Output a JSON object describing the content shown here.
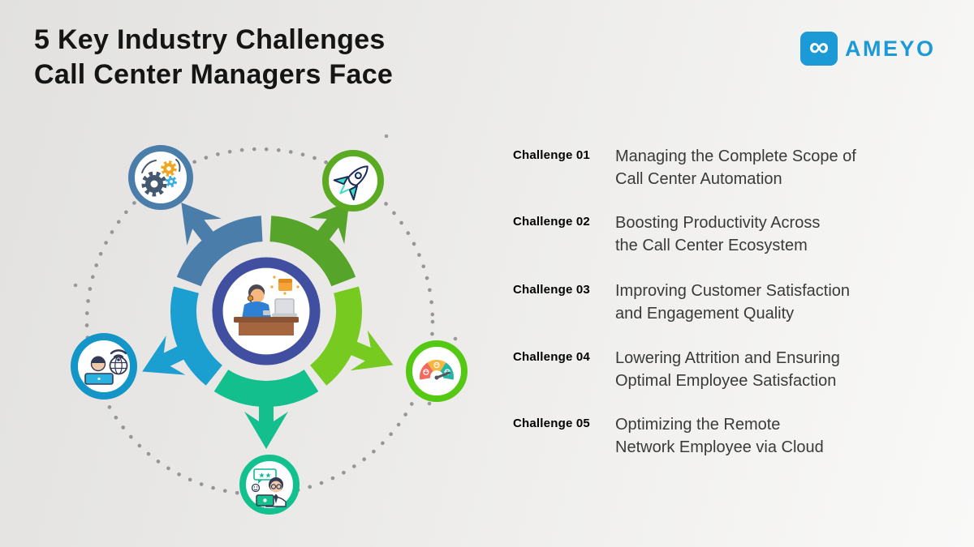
{
  "page": {
    "title_line1": "5 Key Industry Challenges",
    "title_line2": "Call Center Managers Face"
  },
  "logo": {
    "brand": "AMEYO",
    "infinity_symbol": "∞",
    "brand_color": "#1b9ad6"
  },
  "challenges": [
    {
      "label": "Challenge 01",
      "line1": "Managing the Complete Scope of",
      "line2": "Call Center Automation"
    },
    {
      "label": "Challenge 02",
      "line1": "Boosting Productivity Across",
      "line2": "the Call Center Ecosystem"
    },
    {
      "label": "Challenge 03",
      "line1": "Improving Customer Satisfaction",
      "line2": "and Engagement Quality"
    },
    {
      "label": "Challenge 04",
      "line1": "Lowering Attrition and Ensuring",
      "line2": "Optimal Employee Satisfaction"
    },
    {
      "label": "Challenge 05",
      "line1": "Optimizing the Remote",
      "line2": "Network Employee via Cloud"
    }
  ],
  "diagram": {
    "segments": [
      {
        "name": "segment-scope-automation",
        "color": "#4b7dab"
      },
      {
        "name": "segment-productivity",
        "color": "#57a42a"
      },
      {
        "name": "segment-customer-satisfaction",
        "color": "#77ca1f"
      },
      {
        "name": "segment-employee-satisfaction",
        "color": "#13c08d"
      },
      {
        "name": "segment-remote-cloud",
        "color": "#1b9fd0"
      }
    ],
    "icons": [
      {
        "name": "gears-icon",
        "ring_color": "#4b7dab"
      },
      {
        "name": "rocket-icon",
        "ring_color": "#5aab22"
      },
      {
        "name": "satisfaction-meter-icon",
        "ring_color": "#55c814"
      },
      {
        "name": "employee-feedback-icon",
        "ring_color": "#12c18e"
      },
      {
        "name": "remote-agent-icon",
        "ring_color": "#1495c8"
      }
    ],
    "gauge": {
      "colors": [
        "#f4695e",
        "#f8b63e",
        "#27b6a3"
      ]
    },
    "rating_stars": "★★",
    "colors": {
      "center_ring": "#414fa0",
      "dotted_circle": "#95959a"
    }
  }
}
